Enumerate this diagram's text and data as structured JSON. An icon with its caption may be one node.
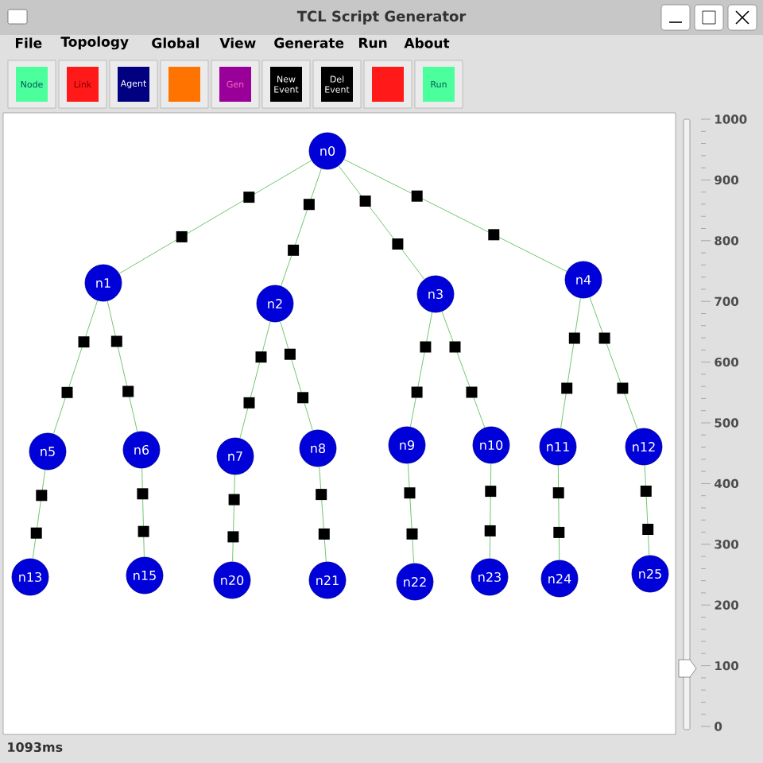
{
  "diagram": {
    "title": "TCL Script Generator",
    "nodes": [
      {
        "text": [
          "n0"
        ]
      },
      {
        "text": [
          "n1"
        ]
      },
      {
        "text": [
          "n2"
        ]
      },
      {
        "text": [
          "n3"
        ]
      },
      {
        "text": [
          "n4"
        ]
      },
      {
        "text": [
          "n5"
        ]
      },
      {
        "text": [
          "n6"
        ]
      },
      {
        "text": [
          "n7"
        ]
      },
      {
        "text": [
          "n8"
        ]
      },
      {
        "text": [
          "n9"
        ]
      },
      {
        "text": [
          "n10"
        ]
      },
      {
        "text": [
          "n11"
        ]
      },
      {
        "text": [
          "n12"
        ]
      },
      {
        "text": [
          "n13"
        ]
      },
      {
        "text": [
          "n15"
        ]
      },
      {
        "text": [
          "n20"
        ]
      },
      {
        "text": [
          "n21"
        ]
      },
      {
        "text": [
          "n22"
        ]
      },
      {
        "text": [
          "n23"
        ]
      },
      {
        "text": [
          "n24"
        ]
      },
      {
        "text": [
          "n25"
        ]
      }
    ],
    "edges": [
      {
        "from": 0,
        "to": 1,
        "arrow": "none"
      },
      {
        "from": 0,
        "to": 2,
        "arrow": "none"
      },
      {
        "from": 0,
        "to": 3,
        "arrow": "none"
      },
      {
        "from": 0,
        "to": 4,
        "arrow": "none"
      },
      {
        "from": 1,
        "to": 5,
        "arrow": "none"
      },
      {
        "from": 1,
        "to": 6,
        "arrow": "none"
      },
      {
        "from": 2,
        "to": 7,
        "arrow": "none"
      },
      {
        "from": 2,
        "to": 8,
        "arrow": "none"
      },
      {
        "from": 3,
        "to": 9,
        "arrow": "none"
      },
      {
        "from": 3,
        "to": 10,
        "arrow": "none"
      },
      {
        "from": 4,
        "to": 11,
        "arrow": "none"
      },
      {
        "from": 4,
        "to": 12,
        "arrow": "none"
      },
      {
        "from": 5,
        "to": 13,
        "arrow": "none"
      },
      {
        "from": 6,
        "to": 14,
        "arrow": "none"
      },
      {
        "from": 7,
        "to": 15,
        "arrow": "none"
      },
      {
        "from": 8,
        "to": 16,
        "arrow": "none"
      },
      {
        "from": 9,
        "to": 17,
        "arrow": "none"
      },
      {
        "from": 10,
        "to": 18,
        "arrow": "none"
      },
      {
        "from": 11,
        "to": 19,
        "arrow": "none"
      },
      {
        "from": 12,
        "to": 20,
        "arrow": "none"
      }
    ],
    "labels": [
      "File",
      "Topology",
      "Global",
      "View",
      "Generate",
      "Run",
      "About",
      "Node",
      "Link",
      "Agent",
      "Gen",
      "New Event",
      "Del Event",
      "Run",
      "1000",
      "900",
      "800",
      "700",
      "600",
      "500",
      "400",
      "300",
      "200",
      "100",
      "0",
      "1093ms"
    ]
  }
}
